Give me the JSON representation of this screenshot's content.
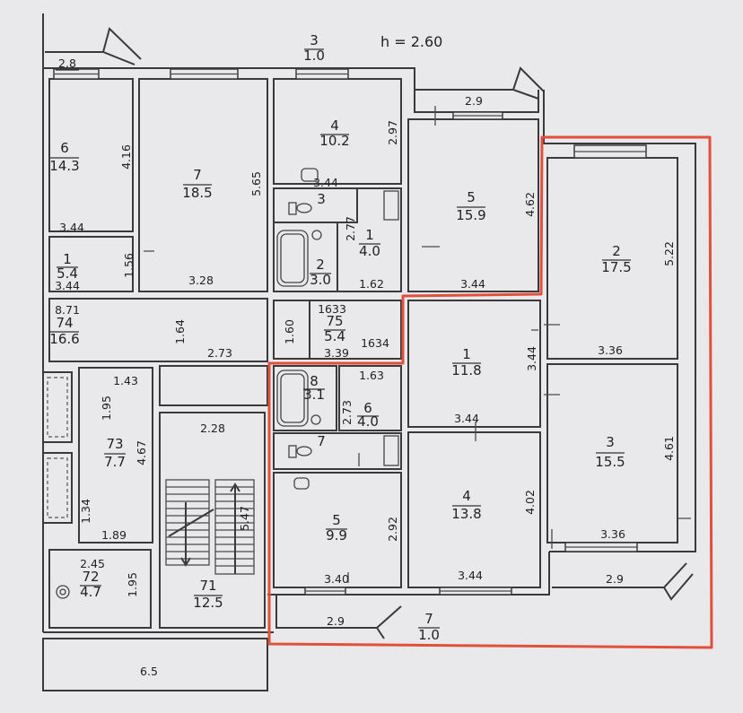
{
  "header": {
    "ceiling_height": "h = 2.60"
  },
  "rooms": [
    {
      "number": "3",
      "area": "1.0"
    },
    {
      "number": "4",
      "area": "10.2"
    },
    {
      "number": "6",
      "area": "14.3"
    },
    {
      "number": "7",
      "area": "18.5"
    },
    {
      "number": "3"
    },
    {
      "number": "5",
      "area": "15.9"
    },
    {
      "number": "2",
      "area": "17.5"
    },
    {
      "number": "1",
      "area": "4.0"
    },
    {
      "number": "1",
      "area": "5.4"
    },
    {
      "number": "2",
      "area": "3.0"
    },
    {
      "number": "74",
      "area": "16.6"
    },
    {
      "number": "75",
      "area": "5.4"
    },
    {
      "number": "1",
      "area": "11.8"
    },
    {
      "number": "8",
      "area": "3.1"
    },
    {
      "number": "6",
      "area": "4.0"
    },
    {
      "number": "3",
      "area": "15.5"
    },
    {
      "number": "73",
      "area": "7.7"
    },
    {
      "number": "7"
    },
    {
      "number": "4",
      "area": "13.8"
    },
    {
      "number": "5",
      "area": "9.9"
    },
    {
      "number": "72",
      "area": "4.7"
    },
    {
      "number": "71",
      "area": "12.5"
    },
    {
      "number": "7",
      "area": "1.0"
    }
  ],
  "dimensions": [
    "2.8",
    "2.9",
    "2.97",
    "4.16",
    "5.65",
    "3.44",
    "4.62",
    "5.22",
    "3.44",
    "2.77",
    "1.56",
    "3.44",
    "3.28",
    "1.62",
    "3.44",
    "8.71",
    "1633",
    "1.64",
    "1.60",
    "1634",
    "3.39",
    "2.73",
    "3.36",
    "3.44",
    "1.43",
    "1.63",
    "1.95",
    "2.73",
    "2.28",
    "3.44",
    "4.61",
    "4.67",
    "4.02",
    "1.34",
    "5.47",
    "2.92",
    "1.89",
    "3.36",
    "2.45",
    "1.95",
    "3.44",
    "3.40",
    "2.9",
    "2.9",
    "6.5"
  ],
  "highlight": {
    "color": "#e2503c"
  }
}
